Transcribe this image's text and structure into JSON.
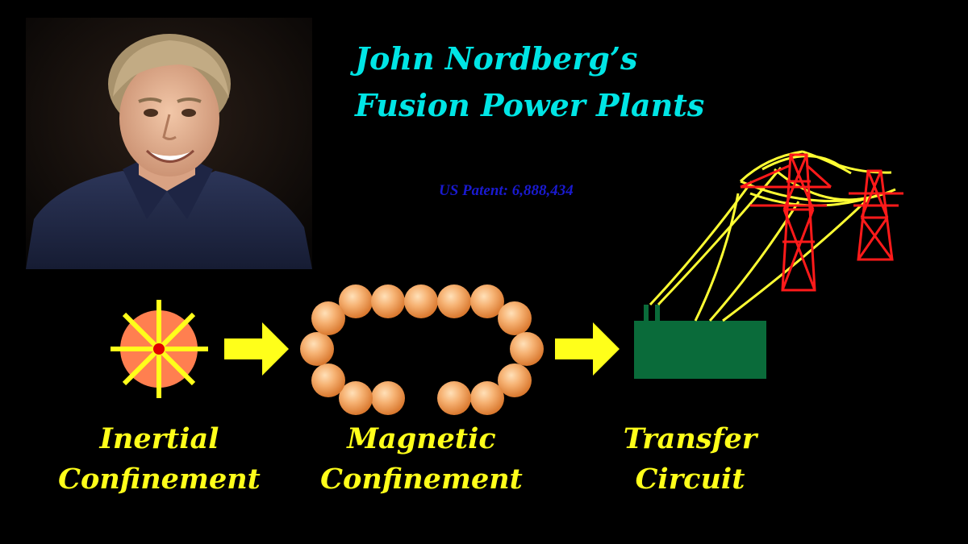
{
  "title": {
    "line1": "John Nordberg’s",
    "line2": "Fusion Power Plants"
  },
  "patent": "US Patent: 6,888,434",
  "stages": [
    {
      "line1": "Inertial",
      "line2": "Confinement"
    },
    {
      "line1": "Magnetic",
      "line2": "Confinement"
    },
    {
      "line1": "Transfer",
      "line2": "Circuit"
    }
  ],
  "colors": {
    "background": "#000000",
    "title": "#00e5e5",
    "patent": "#1a1ad0",
    "labels": "#ffff1a",
    "arrows": "#ffff1a",
    "star_core": "#ff7f50",
    "transformer": "#0a6b3a",
    "towers": "#ff1a1a",
    "wires": "#ffff33"
  }
}
